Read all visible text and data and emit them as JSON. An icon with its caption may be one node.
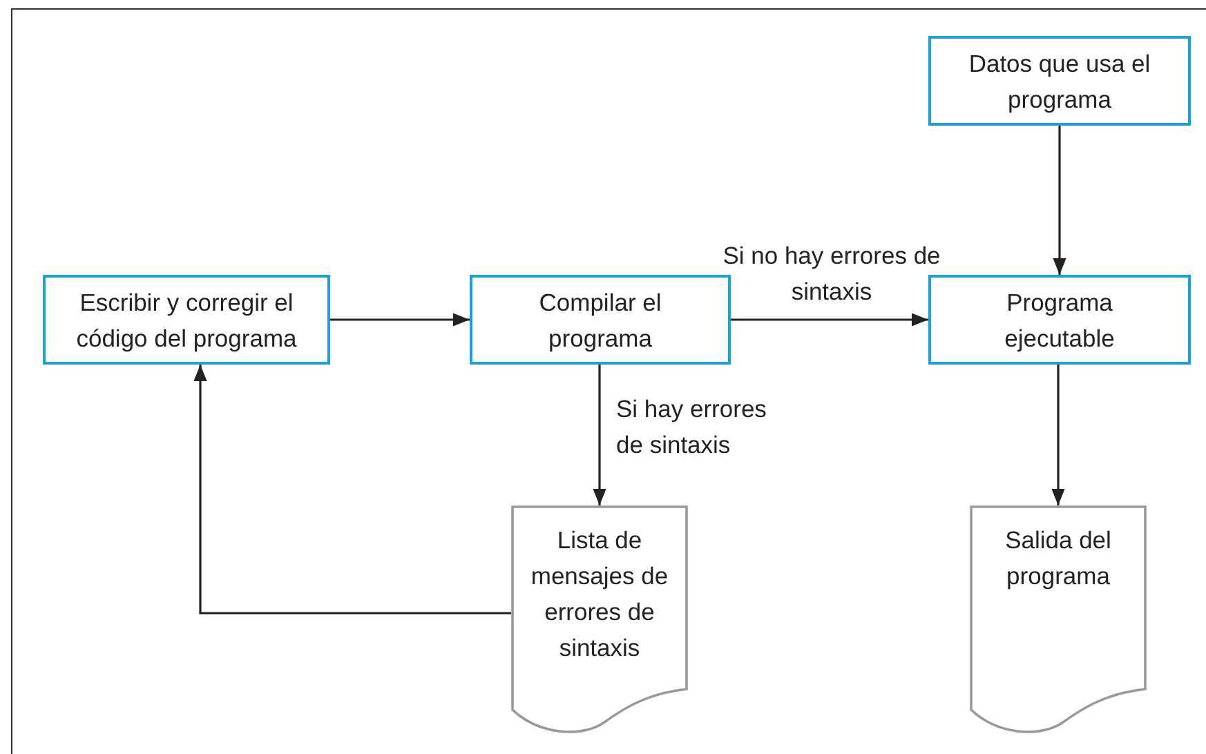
{
  "diagram": {
    "nodes": [
      {
        "text": [
          "Datos que usa el programa"
        ]
      },
      {
        "text": [
          "Escribir y corregir el código del programa"
        ]
      },
      {
        "text": [
          "Compilar el programa"
        ]
      },
      {
        "text": [
          "Programa ejecutable"
        ]
      },
      {
        "text": [
          "Lista de mensajes de errores de sintaxis"
        ]
      },
      {
        "text": [
          "Salida del programa"
        ]
      }
    ],
    "edges": [
      {
        "from": 0,
        "to": 3,
        "arrow": "to"
      },
      {
        "from": 1,
        "to": 2,
        "arrow": "to"
      },
      {
        "from": 2,
        "to": 3,
        "arrow": "to",
        "label": "Si no hay errores de sintaxis"
      },
      {
        "from": 2,
        "to": 4,
        "arrow": "to",
        "label": "Si hay errores de sintaxis"
      },
      {
        "from": 3,
        "to": 5,
        "arrow": "to"
      },
      {
        "from": 4,
        "to": 1,
        "arrow": "to"
      }
    ]
  }
}
